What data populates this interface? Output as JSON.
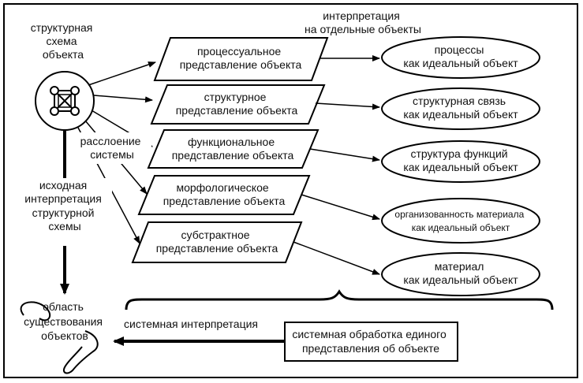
{
  "labels": {
    "scheme_title": [
      "структурная",
      "схема",
      "объекта"
    ],
    "interpretation_top": [
      "интерпретация",
      "на отдельные объекты"
    ],
    "stratification": [
      "расслоение",
      "системы"
    ],
    "initial_interpretation": [
      "исходная",
      "интерпретация",
      "структурной",
      "схемы"
    ],
    "existence_area": [
      "область",
      "существования",
      "объектов"
    ],
    "system_interpretation": "системная интерпретация"
  },
  "representations": [
    [
      "процессуальное",
      "представление объекта"
    ],
    [
      "структурное",
      "представление объекта"
    ],
    [
      "функциональное",
      "представление объекта"
    ],
    [
      "морфологическое",
      "представление объекта"
    ],
    [
      "субстрактное",
      "представление объекта"
    ]
  ],
  "ideal_objects": [
    [
      "процессы",
      "как идеальный объект"
    ],
    [
      "структурная связь",
      "как идеальный объект"
    ],
    [
      "структура функций",
      "как идеальный объект"
    ],
    [
      "организованность материала",
      "как идеальный объект"
    ],
    [
      "материал",
      "как идеальный объект"
    ]
  ],
  "system_processing": [
    "системная обработка единого",
    "представления об объекте"
  ]
}
